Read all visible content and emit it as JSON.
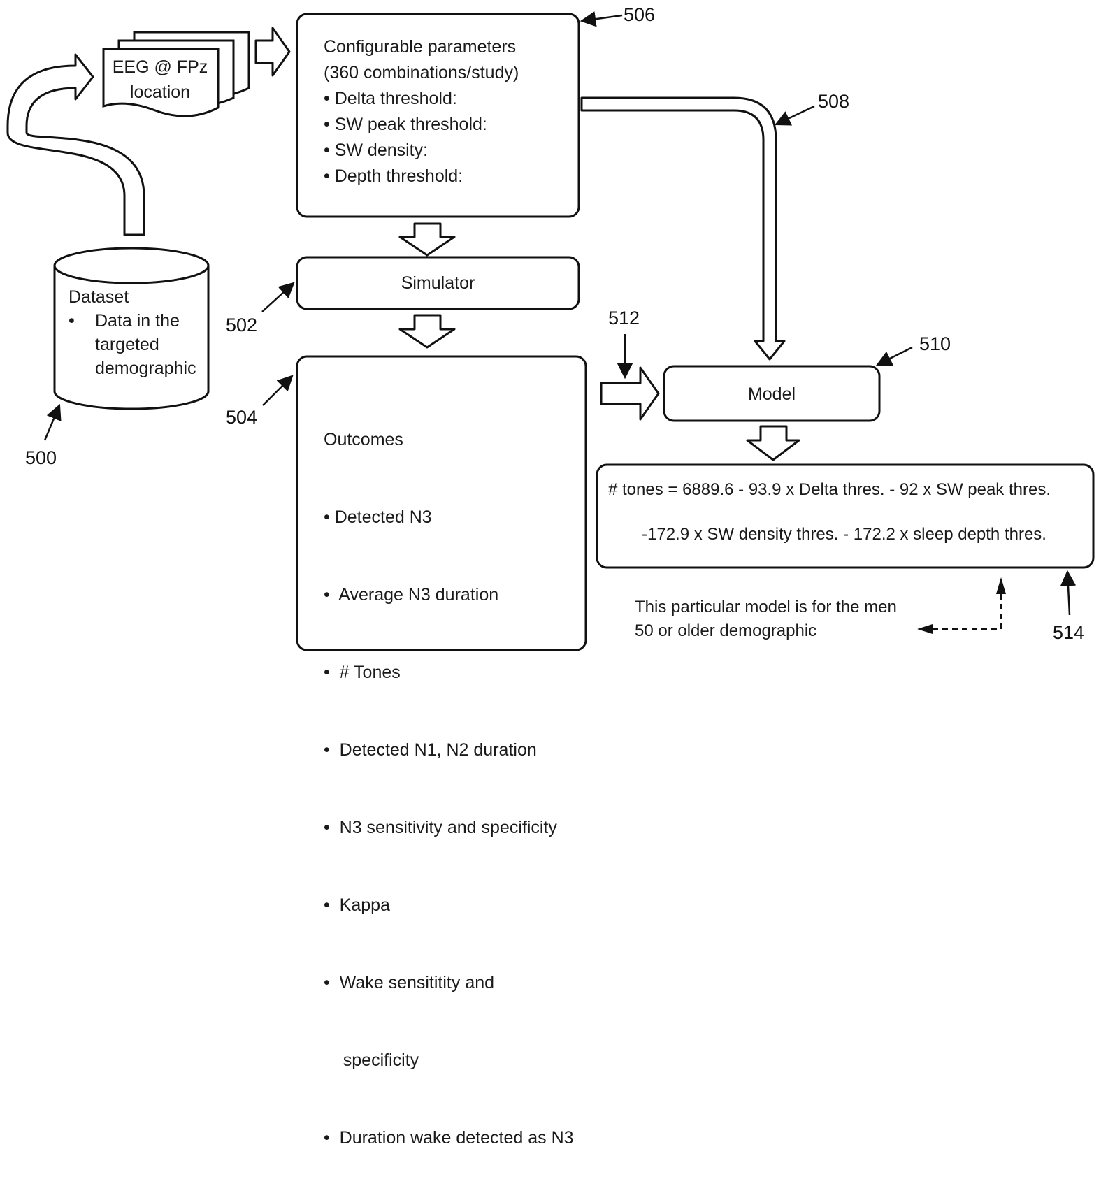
{
  "eeg": {
    "line1": "EEG @ FPz",
    "line2": "location"
  },
  "dataset": {
    "title": "Dataset",
    "bullet": "•",
    "item_lines": [
      "Data in the",
      "targeted",
      "demographic"
    ]
  },
  "params": {
    "title_lines": [
      "Configurable parameters",
      "(360 combinations/study)"
    ],
    "items": [
      "• Delta threshold:",
      "• SW peak threshold:",
      "• SW density:",
      "• Depth threshold:"
    ]
  },
  "simulator": {
    "label": "Simulator"
  },
  "outcomes": {
    "title": "Outcomes",
    "items": [
      "• Detected N3",
      "•  Average N3 duration",
      "•  # Tones",
      "•  Detected N1, N2 duration",
      "•  N3 sensitivity and specificity",
      "•  Kappa",
      "•  Wake sensititity and",
      "    specificity",
      "•  Duration wake detected as N3"
    ]
  },
  "model": {
    "label": "Model"
  },
  "equation": {
    "line1": "# tones = 6889.6 - 93.9 x Delta thres. - 92 x SW peak thres.",
    "line2": "-172.9 x SW density thres. - 172.2 x sleep depth thres."
  },
  "note": {
    "line1": "This particular model is for the men",
    "line2": "50 or older demographic"
  },
  "refs": {
    "r500": "500",
    "r502": "502",
    "r504": "504",
    "r506": "506",
    "r508": "508",
    "r510": "510",
    "r512": "512",
    "r514": "514"
  }
}
